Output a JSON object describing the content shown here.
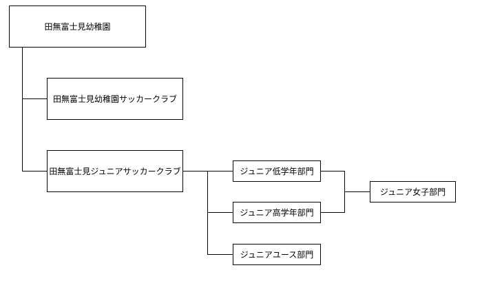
{
  "diagram": {
    "line_color": "#000000",
    "box_border_color": "#000000",
    "box_fill_color": "#ffffff",
    "nodes": {
      "root": "田無富士見幼稚園",
      "kindergarten_club": "田無富士見幼稚園サッカークラブ",
      "junior_club": "田無富士見ジュニアサッカークラブ",
      "junior_lower": "ジュニア低学年部門",
      "junior_upper": "ジュニア高学年部門",
      "junior_youth": "ジュニアユース部門",
      "junior_girls": "ジュニア女子部門"
    }
  }
}
